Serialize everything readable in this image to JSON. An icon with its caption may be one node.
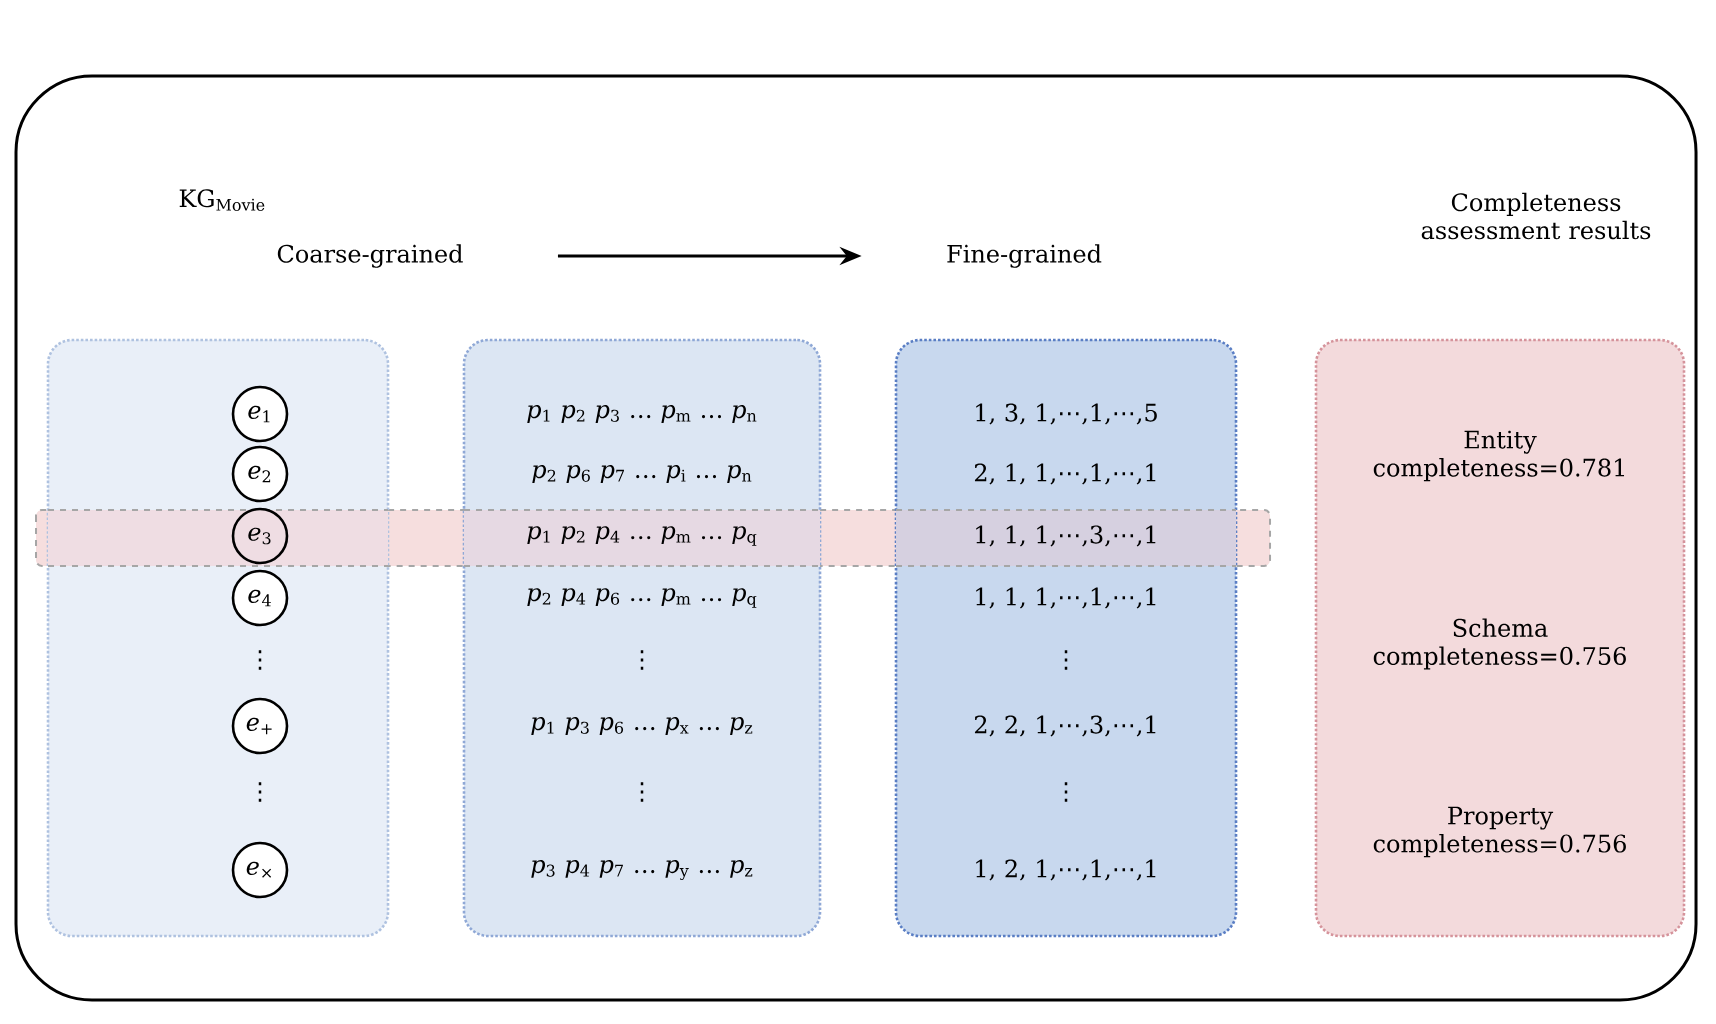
{
  "diagram": {
    "nodes": [
      {
        "text": [
          "KG$_{Movie}$"
        ]
      },
      {
        "text": [
          "Coarse-grained"
        ],
        "in": 0
      },
      {
        "text": [
          "Fine-grained"
        ],
        "in": 0
      },
      {
        "text": [],
        "shape": "box",
        "in": 0
      },
      {
        "text": [
          "*e*$_{1}$"
        ],
        "in": 3
      },
      {
        "text": [
          "*e*$_{2}$"
        ],
        "in": 3
      },
      {
        "text": [
          "*e*$_{3}$"
        ],
        "in": 3
      },
      {
        "text": [
          "*e*$_{4}$"
        ],
        "in": 3
      },
      {
        "text": [
          "*e*$_{+}$"
        ],
        "in": 3
      },
      {
        "text": [
          "*e*$_{×}$"
        ],
        "in": 3
      },
      {
        "text": [
          "*p*$_{1}$ *p*$_{2}$ *p*$_{3}$ … *p*$_{m}$ … *p*$_{n}$",
          "*p*$_{2}$ *p*$_{6}$ *p*$_{7}$ … *p*$_{i}$ … *p*$_{n}$",
          "*p*$_{1}$ *p*$_{2}$ *p*$_{4}$ … *p*$_{m}$ … *p*$_{q}$",
          "*p*$_{2}$ *p*$_{4}$ *p*$_{6}$ … *p*$_{m}$ … *p*$_{q}$",
          "⋮",
          "*p*$_{1}$ *p*$_{3}$ *p*$_{6}$ … *p*$_{x}$ … *p*$_{z}$",
          "⋮",
          "*p*$_{3}$ *p*$_{4}$ *p*$_{7}$ … *p*$_{y}$ … *p*$_{z}$"
        ],
        "in": 0
      },
      {
        "text": [
          "1, 3, 1,⋯,1,⋯,5",
          "2, 1, 1,⋯,1,⋯,1",
          "1, 1, 1,⋯,3,⋯,1",
          "1, 1, 1,⋯,1,⋯,1",
          "⋮",
          "2, 2, 1,⋯,3,⋯,1",
          "⋮",
          "1, 2, 1,⋯,1,⋯,1"
        ],
        "in": 0
      },
      {
        "text": [
          "Completeness assessment results",
          "Entity completeness=0.781",
          "Schema completeness=0.756",
          "Property completeness=0.756"
        ],
        "in": 0
      }
    ],
    "edges": [
      {
        "from": 1,
        "to": 2,
        "arrow": "to"
      }
    ],
    "labels": [
      "⋮",
      "⋮"
    ]
  }
}
